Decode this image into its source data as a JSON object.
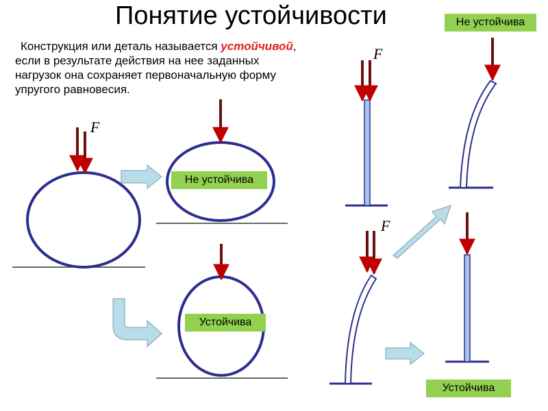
{
  "title": "Понятие устойчивости",
  "definition": {
    "line1_before": "Конструкция или деталь называется ",
    "line1_highlight": "устойчивой",
    "line1_after": ",",
    "line2": "если в результате действия на нее заданных",
    "line3": "нагрузок она сохраняет первоначальную форму",
    "line4": "упругого равновесия."
  },
  "labels": {
    "unstable": "Не устойчива",
    "stable": "Устойчива",
    "force": "F"
  },
  "colors": {
    "badge": "#92d050",
    "outline": "#2b2e8f",
    "column_fill": "#a9c4ec",
    "arrow_shaft": "#6b0f0f",
    "arrow_head": "#c00000",
    "transition_arrow": "#b6dde8",
    "highlight": "#e02020"
  }
}
